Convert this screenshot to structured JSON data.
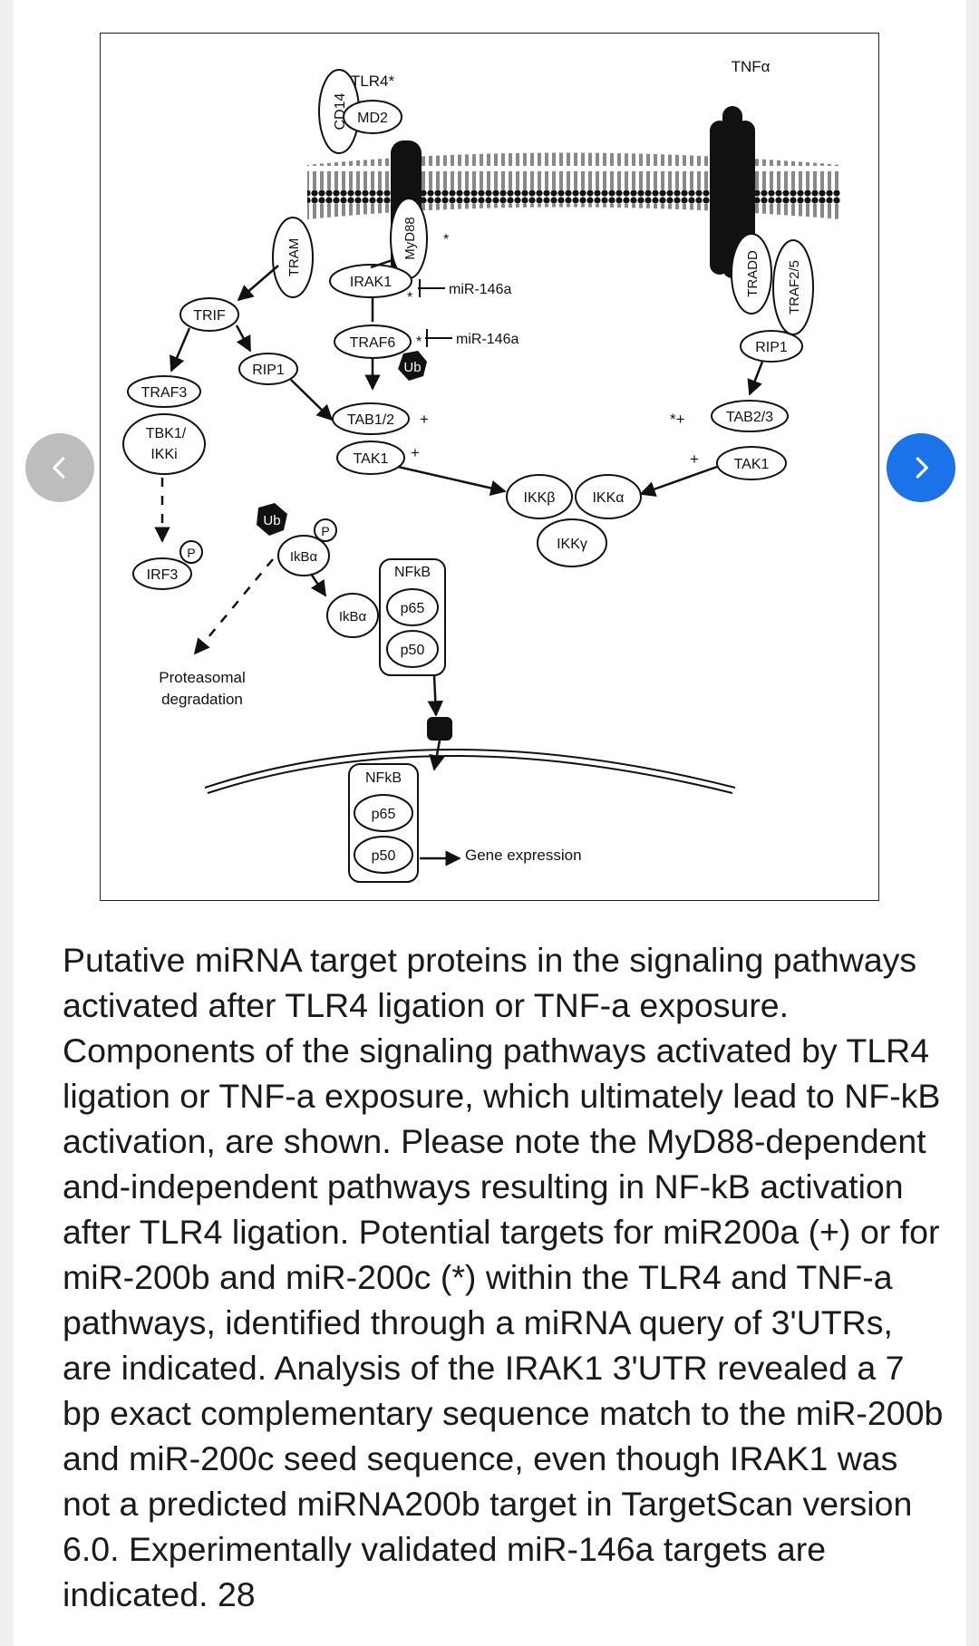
{
  "figure": {
    "labels": {
      "tnfa": "TNFα",
      "tlr4": "TLR4*",
      "cd14": "CD14",
      "md2": "MD2",
      "myd88": "MyD88",
      "tram": "TRAM",
      "irak1": "IRAK1",
      "mir146a_1": "miR-146a",
      "mir146a_2": "miR-146a",
      "traf6": "TRAF6",
      "ub1": "Ub",
      "ub2": "Ub",
      "trif": "TRIF",
      "rip1_left": "RIP1",
      "rip1_right": "RIP1",
      "traf3": "TRAF3",
      "tbk1_line1": "TBK1/",
      "tbk1_line2": "IKKi",
      "tab12": "TAB1/2",
      "tak1_left": "TAK1",
      "tab23": "TAB2/3",
      "tak1_right": "TAK1",
      "tradd": "TRADD",
      "traf25": "TRAF2/5",
      "ikkb": "IKKβ",
      "ikka": "IKKα",
      "ikkg": "IKKγ",
      "irf3": "IRF3",
      "p_irf3": "P",
      "p_ikba": "P",
      "ikba_top": "IkBα",
      "ikba_mid": "IkBα",
      "nfkb_top": "NFkB",
      "p65_top": "p65",
      "p50_top": "p50",
      "nfkb_bottom": "NFkB",
      "p65_bottom": "p65",
      "p50_bottom": "p50",
      "proteasomal_1": "Proteasomal",
      "proteasomal_2": "degradation",
      "gene_expression": "Gene expression",
      "plus": "+",
      "star": "*",
      "starplus": "*+"
    }
  },
  "caption": "Putative miRNA target proteins in the signaling pathways activated after TLR4 ligation or TNF-a exposure. Components of the signaling pathways activated by TLR4 ligation or TNF-a exposure, which ultimately lead to NF-kB activation, are shown. Please note the MyD88-dependent and-independent pathways resulting in NF-kB activation after TLR4 ligation. Potential targets for miR200a (+) or for miR-200b and miR-200c (*) within the TLR4 and TNF-a pathways, identified through a miRNA query of 3'UTRs, are indicated. Analysis of the IRAK1 3'UTR revealed a 7 bp exact complementary sequence match to the miR-200b and miR-200c seed sequence, even though IRAK1 was not a predicted miRNA200b target in TargetScan version 6.0. Experimentally validated miR-146a targets are indicated. 28",
  "nav": {
    "prev_icon": "chevron-left-icon",
    "next_icon": "chevron-right-icon",
    "prev_color": "#bdbdbd",
    "next_color": "#1a73e8"
  }
}
